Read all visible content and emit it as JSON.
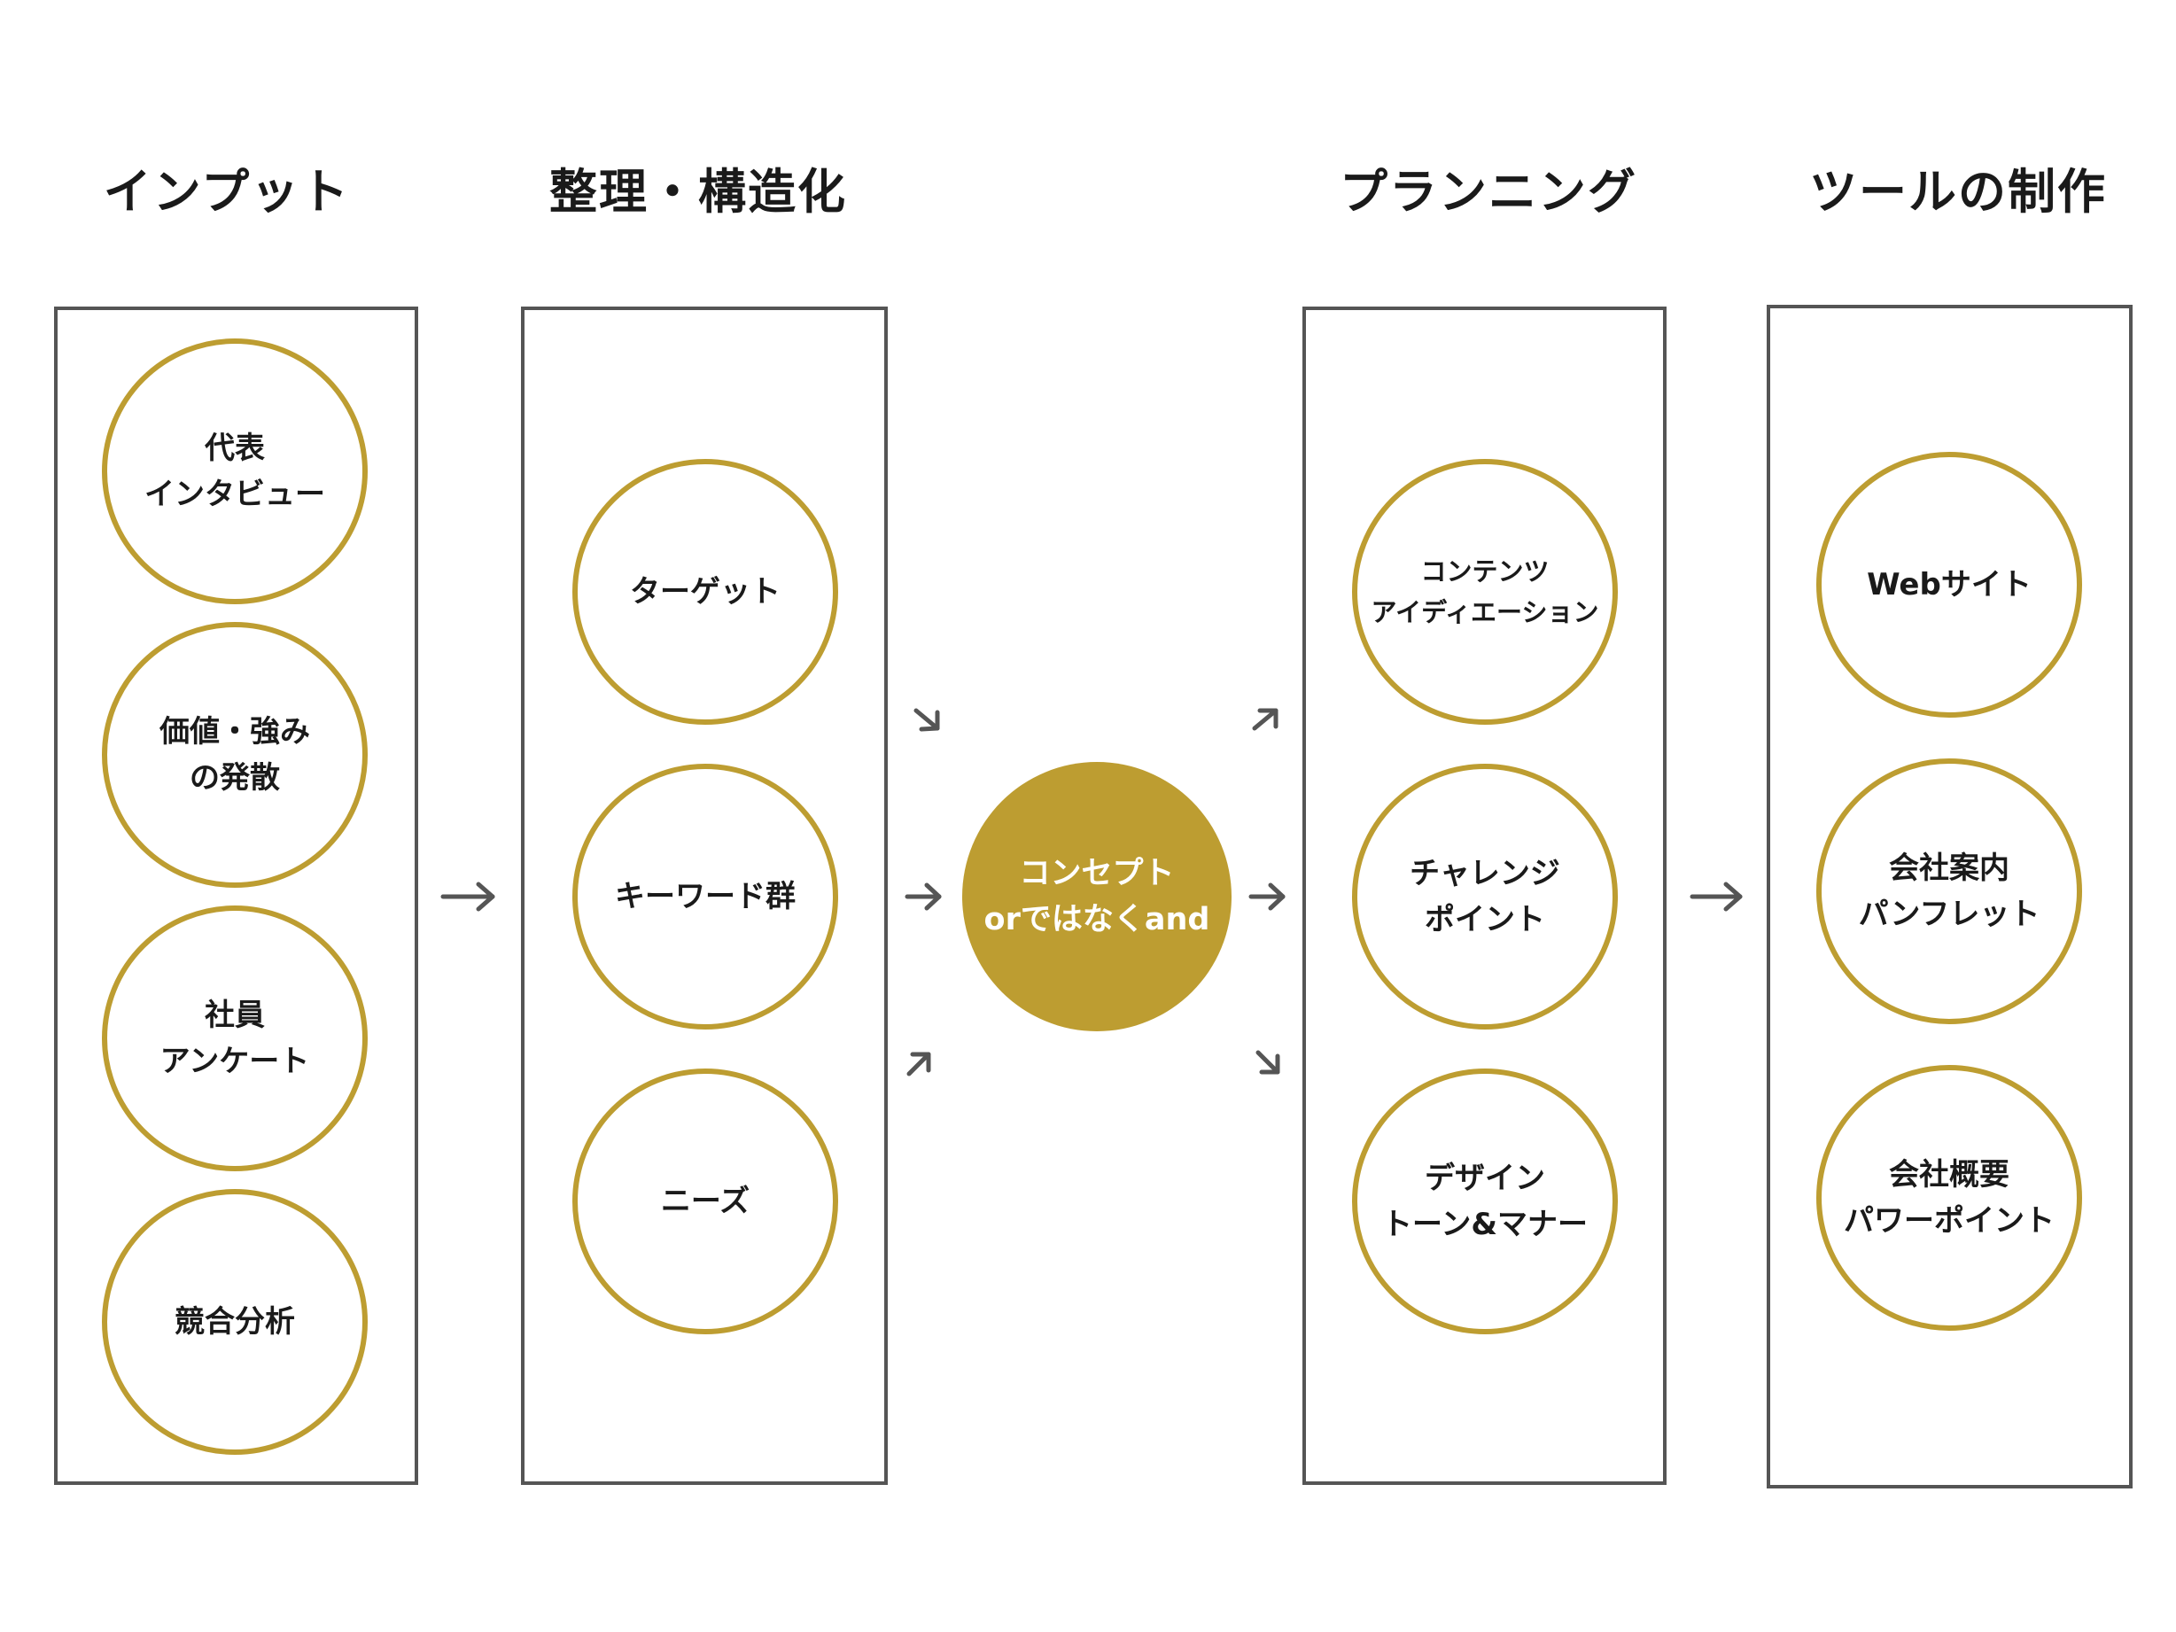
{
  "colors": {
    "accent": "#bd9d31",
    "border": "#555555",
    "arrow": "#555555",
    "text": "#1a1a1a"
  },
  "columns": [
    {
      "heading": "インプット",
      "items": [
        {
          "lines": [
            "代表",
            "インタビュー"
          ]
        },
        {
          "lines": [
            "価値・強み",
            "の発散"
          ]
        },
        {
          "lines": [
            "社員",
            "アンケート"
          ]
        },
        {
          "lines": [
            "競合分析"
          ]
        }
      ]
    },
    {
      "heading": "整理・構造化",
      "items": [
        {
          "lines": [
            "ターゲット"
          ]
        },
        {
          "lines": [
            "キーワード群"
          ]
        },
        {
          "lines": [
            "ニーズ"
          ]
        }
      ]
    },
    {
      "heading": "プランニング",
      "items": [
        {
          "lines": [
            "コンテンツ",
            "アイディエーション"
          ]
        },
        {
          "lines": [
            "チャレンジ",
            "ポイント"
          ]
        },
        {
          "lines": [
            "デザイン",
            "トーン&マナー"
          ]
        }
      ]
    },
    {
      "heading": "ツールの制作",
      "items": [
        {
          "lines": [
            "Webサイト"
          ]
        },
        {
          "lines": [
            "会社案内",
            "パンフレット"
          ]
        },
        {
          "lines": [
            "会社概要",
            "パワーポイント"
          ]
        }
      ]
    }
  ],
  "concept": {
    "lines": [
      "コンセプト",
      "orではなくand"
    ]
  }
}
